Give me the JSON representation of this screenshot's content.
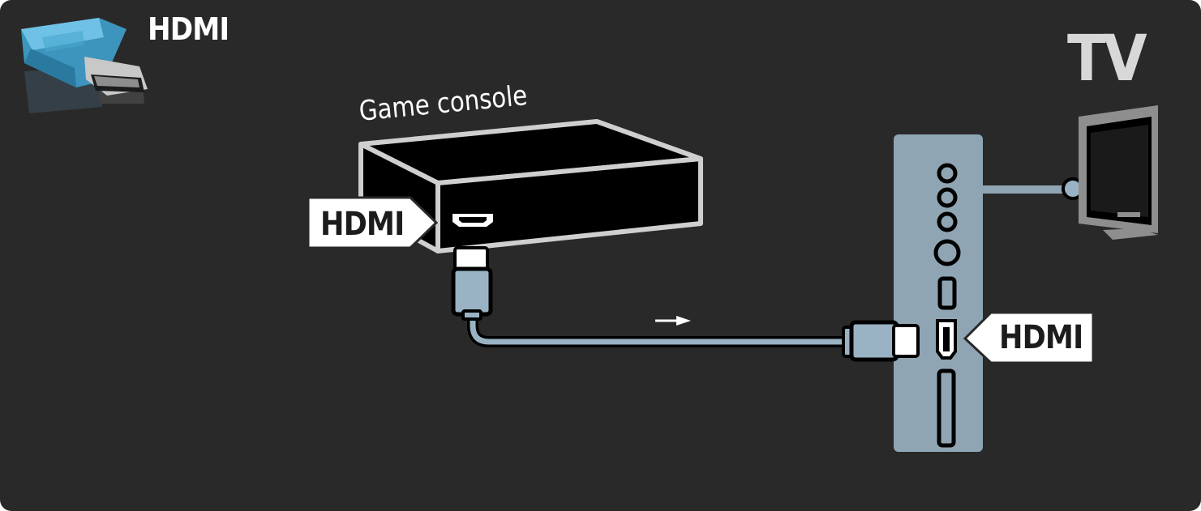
{
  "labels": {
    "corner_title": "HDMI",
    "tv_title": "TV",
    "device_name": "Game console",
    "device_port": "HDMI",
    "tv_port": "HDMI"
  },
  "colors": {
    "background": "#292929",
    "panel": "#8fa5b4",
    "cable": "#9ab3c4",
    "label_box": "#ffffff",
    "device_body": "#000000",
    "device_outline": "#cfcfcf"
  },
  "icons": [
    "hdmi-plug-icon",
    "tv-monitor-icon",
    "arrow-right-icon"
  ]
}
